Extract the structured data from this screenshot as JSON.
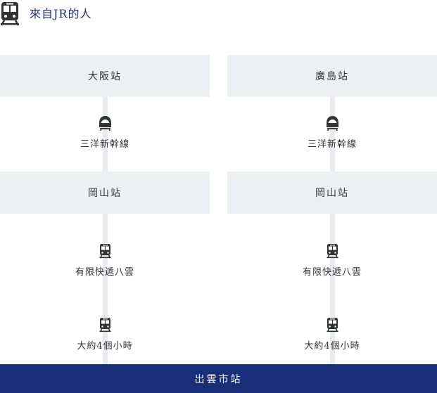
{
  "header": {
    "icon": "train-icon",
    "title": "來自JR的人"
  },
  "routes": [
    {
      "start": "大阪站",
      "transfer": "岡山站",
      "leg1": {
        "icon": "shinkansen-icon",
        "label": "三洋新幹線"
      },
      "leg2": {
        "icon": "train-icon",
        "label": "有限快遞八雲"
      },
      "leg3": {
        "icon": "train-icon",
        "label": "大約4個小時"
      }
    },
    {
      "start": "廣島站",
      "transfer": "岡山站",
      "leg1": {
        "icon": "shinkansen-icon",
        "label": "三洋新幹線"
      },
      "leg2": {
        "icon": "train-icon",
        "label": "有限快遞八雲"
      },
      "leg3": {
        "icon": "train-icon",
        "label": "大約4個小時"
      }
    }
  ],
  "destination": "出雲市站",
  "colors": {
    "accent": "#1a2f7a",
    "box": "#eeeff3",
    "rail": "#e9ebf3",
    "icon": "#333333"
  }
}
